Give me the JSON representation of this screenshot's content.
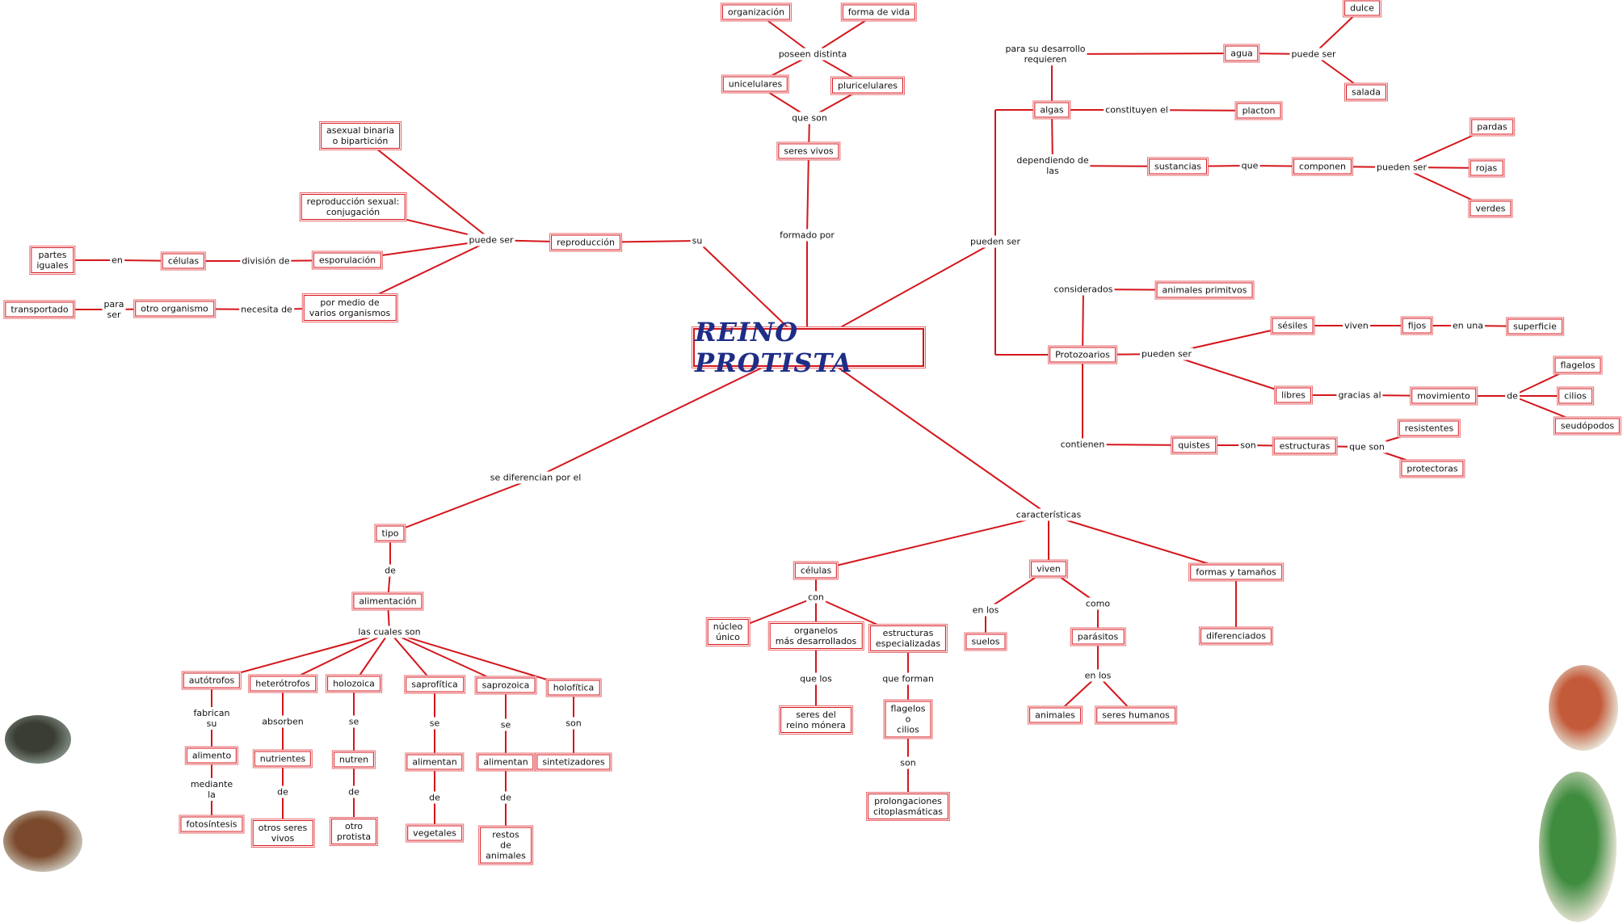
{
  "title": "REINO PROTISTA",
  "colors": {
    "line": "#d4161c",
    "title": "#1e2d86"
  },
  "nodes": [
    {
      "id": "n_org",
      "text": "organización",
      "kind": "box"
    },
    {
      "id": "n_forma",
      "text": "forma de vida",
      "kind": "box"
    },
    {
      "id": "n_poseen",
      "text": "poseen distinta",
      "kind": "label"
    },
    {
      "id": "n_uni",
      "text": "unicelulares",
      "kind": "box"
    },
    {
      "id": "n_pluri",
      "text": "pluricelulares",
      "kind": "box"
    },
    {
      "id": "n_queson",
      "text": "que son",
      "kind": "label"
    },
    {
      "id": "n_seres",
      "text": "seres vivos",
      "kind": "box"
    },
    {
      "id": "n_formado",
      "text": "formado por",
      "kind": "label"
    },
    {
      "id": "n_asexual",
      "text": "asexual binaria\no bipartición",
      "kind": "box"
    },
    {
      "id": "n_sexual",
      "text": "reproducción sexual:\nconjugación",
      "kind": "box"
    },
    {
      "id": "n_puedeser_l",
      "text": "puede ser",
      "kind": "label"
    },
    {
      "id": "n_reprod",
      "text": "reproducción",
      "kind": "box"
    },
    {
      "id": "n_su",
      "text": "su",
      "kind": "label"
    },
    {
      "id": "n_partes",
      "text": "partes\niguales",
      "kind": "box"
    },
    {
      "id": "n_en",
      "text": "en",
      "kind": "label"
    },
    {
      "id": "n_celulas_l",
      "text": "células",
      "kind": "box"
    },
    {
      "id": "n_division",
      "text": "división de",
      "kind": "label"
    },
    {
      "id": "n_espor",
      "text": "esporulación",
      "kind": "box"
    },
    {
      "id": "n_transp",
      "text": "transportado",
      "kind": "box"
    },
    {
      "id": "n_paraser",
      "text": "para\nser",
      "kind": "label"
    },
    {
      "id": "n_otro",
      "text": "otro organismo",
      "kind": "box"
    },
    {
      "id": "n_necesita",
      "text": "necesita de",
      "kind": "label"
    },
    {
      "id": "n_varios",
      "text": "por medio de\nvarios organismos",
      "kind": "box"
    },
    {
      "id": "n_parasu",
      "text": "para su desarrollo\nrequieren",
      "kind": "label"
    },
    {
      "id": "n_agua",
      "text": "agua",
      "kind": "box"
    },
    {
      "id": "n_puedeser_r",
      "text": "puede ser",
      "kind": "label"
    },
    {
      "id": "n_dulce",
      "text": "dulce",
      "kind": "box"
    },
    {
      "id": "n_salada",
      "text": "salada",
      "kind": "box"
    },
    {
      "id": "n_algas",
      "text": "algas",
      "kind": "box"
    },
    {
      "id": "n_constituyen",
      "text": "constituyen el",
      "kind": "label"
    },
    {
      "id": "n_placton",
      "text": "placton",
      "kind": "box"
    },
    {
      "id": "n_dependiendo",
      "text": "dependiendo de\nlas",
      "kind": "label"
    },
    {
      "id": "n_sustancias",
      "text": "sustancias",
      "kind": "box"
    },
    {
      "id": "n_que",
      "text": "que",
      "kind": "label"
    },
    {
      "id": "n_componen",
      "text": "componen",
      "kind": "box"
    },
    {
      "id": "n_puedenser2",
      "text": "pueden ser",
      "kind": "label"
    },
    {
      "id": "n_pardas",
      "text": "pardas",
      "kind": "box"
    },
    {
      "id": "n_rojas",
      "text": "rojas",
      "kind": "box"
    },
    {
      "id": "n_verdes",
      "text": "verdes",
      "kind": "box"
    },
    {
      "id": "n_puedenser_m",
      "text": "pueden ser",
      "kind": "label"
    },
    {
      "id": "n_considerados",
      "text": "considerados",
      "kind": "label"
    },
    {
      "id": "n_animprim",
      "text": "animales primitvos",
      "kind": "box"
    },
    {
      "id": "n_protoz",
      "text": "Protozoarios",
      "kind": "box"
    },
    {
      "id": "n_puedenser3",
      "text": "pueden ser",
      "kind": "label"
    },
    {
      "id": "n_sesiles",
      "text": "sésiles",
      "kind": "box"
    },
    {
      "id": "n_viven",
      "text": "viven",
      "kind": "label"
    },
    {
      "id": "n_fijos",
      "text": "fijos",
      "kind": "box"
    },
    {
      "id": "n_enuna",
      "text": "en una",
      "kind": "label"
    },
    {
      "id": "n_superficie",
      "text": "superficie",
      "kind": "box"
    },
    {
      "id": "n_libres",
      "text": "libres",
      "kind": "box"
    },
    {
      "id": "n_gracias",
      "text": "gracias al",
      "kind": "label"
    },
    {
      "id": "n_movimiento",
      "text": "movimiento",
      "kind": "box"
    },
    {
      "id": "n_de_mov",
      "text": "de",
      "kind": "label"
    },
    {
      "id": "n_flagelos",
      "text": "flagelos",
      "kind": "box"
    },
    {
      "id": "n_cilios",
      "text": "cilios",
      "kind": "box"
    },
    {
      "id": "n_seudopodos",
      "text": "seudópodos",
      "kind": "box"
    },
    {
      "id": "n_contienen",
      "text": "contienen",
      "kind": "label"
    },
    {
      "id": "n_quistes",
      "text": "quistes",
      "kind": "box"
    },
    {
      "id": "n_son_q",
      "text": "son",
      "kind": "label"
    },
    {
      "id": "n_estructuras",
      "text": "estructuras",
      "kind": "box"
    },
    {
      "id": "n_queson2",
      "text": "que son",
      "kind": "label"
    },
    {
      "id": "n_resistentes",
      "text": "resistentes",
      "kind": "box"
    },
    {
      "id": "n_protectoras",
      "text": "protectoras",
      "kind": "box"
    },
    {
      "id": "n_sediferencian",
      "text": "se diferencian por el",
      "kind": "label"
    },
    {
      "id": "n_tipo",
      "text": "tipo",
      "kind": "box"
    },
    {
      "id": "n_de_tipo",
      "text": "de",
      "kind": "label"
    },
    {
      "id": "n_alimentacion",
      "text": "alimentación",
      "kind": "box"
    },
    {
      "id": "n_lascuales",
      "text": "las cuales son",
      "kind": "label"
    },
    {
      "id": "n_autotrofos",
      "text": "autótrofos",
      "kind": "box"
    },
    {
      "id": "n_fabrican",
      "text": "fabrican\nsu",
      "kind": "label"
    },
    {
      "id": "n_alimento",
      "text": "alimento",
      "kind": "box"
    },
    {
      "id": "n_mediante",
      "text": "mediante\nla",
      "kind": "label"
    },
    {
      "id": "n_fotosintesis",
      "text": "fotosíntesis",
      "kind": "box"
    },
    {
      "id": "n_heterotrofos",
      "text": "heterótrofos",
      "kind": "box"
    },
    {
      "id": "n_absorben",
      "text": "absorben",
      "kind": "label"
    },
    {
      "id": "n_nutrientes",
      "text": "nutrientes",
      "kind": "box"
    },
    {
      "id": "n_de_nut",
      "text": "de",
      "kind": "label"
    },
    {
      "id": "n_otrosseres",
      "text": "otros seres\nvivos",
      "kind": "box"
    },
    {
      "id": "n_holozoica",
      "text": "holozoica",
      "kind": "box"
    },
    {
      "id": "n_se_h",
      "text": "se",
      "kind": "label"
    },
    {
      "id": "n_nutren",
      "text": "nutren",
      "kind": "box"
    },
    {
      "id": "n_de_nutren",
      "text": "de",
      "kind": "label"
    },
    {
      "id": "n_otroprotista",
      "text": "otro\nprotista",
      "kind": "box"
    },
    {
      "id": "n_saprofitica",
      "text": "saprofítica",
      "kind": "box"
    },
    {
      "id": "n_se_sf",
      "text": "se",
      "kind": "label"
    },
    {
      "id": "n_alimentan1",
      "text": "alimentan",
      "kind": "box"
    },
    {
      "id": "n_de_al1",
      "text": "de",
      "kind": "label"
    },
    {
      "id": "n_vegetales",
      "text": "vegetales",
      "kind": "box"
    },
    {
      "id": "n_saprozoica",
      "text": "saprozoica",
      "kind": "box"
    },
    {
      "id": "n_se_sz",
      "text": "se",
      "kind": "label"
    },
    {
      "id": "n_alimentan2",
      "text": "alimentan",
      "kind": "box"
    },
    {
      "id": "n_de_al2",
      "text": "de",
      "kind": "label"
    },
    {
      "id": "n_restos",
      "text": "restos\nde\nanimales",
      "kind": "box"
    },
    {
      "id": "n_holofitica",
      "text": "holofítica",
      "kind": "box"
    },
    {
      "id": "n_son_hf",
      "text": "son",
      "kind": "label"
    },
    {
      "id": "n_sintetizadores",
      "text": "sintetizadores",
      "kind": "box"
    },
    {
      "id": "n_caracteristicas",
      "text": "características",
      "kind": "label"
    },
    {
      "id": "n_celulas_c",
      "text": "células",
      "kind": "box"
    },
    {
      "id": "n_con",
      "text": "con",
      "kind": "label"
    },
    {
      "id": "n_nucleo",
      "text": "núcleo\núnico",
      "kind": "box"
    },
    {
      "id": "n_organelos",
      "text": "organelos\nmás desarrollados",
      "kind": "box"
    },
    {
      "id": "n_estrespec",
      "text": "estructuras\nespecializadas",
      "kind": "box"
    },
    {
      "id": "n_quelos",
      "text": "que los",
      "kind": "label"
    },
    {
      "id": "n_monera",
      "text": "seres del\nreino mónera",
      "kind": "box"
    },
    {
      "id": "n_queforman",
      "text": "que forman",
      "kind": "label"
    },
    {
      "id": "n_flagelosocilios",
      "text": "flagelos\no\ncilios",
      "kind": "box"
    },
    {
      "id": "n_son_fc",
      "text": "son",
      "kind": "label"
    },
    {
      "id": "n_prolong",
      "text": "prolongaciones\ncitoplasmáticas",
      "kind": "box"
    },
    {
      "id": "n_viven_c",
      "text": "viven",
      "kind": "box"
    },
    {
      "id": "n_enlos",
      "text": "en los",
      "kind": "label"
    },
    {
      "id": "n_suelos",
      "text": "suelos",
      "kind": "box"
    },
    {
      "id": "n_como",
      "text": "como",
      "kind": "label"
    },
    {
      "id": "n_parasitos",
      "text": "parásitos",
      "kind": "box"
    },
    {
      "id": "n_enlos2",
      "text": "en los",
      "kind": "label"
    },
    {
      "id": "n_animales",
      "text": "animales",
      "kind": "box"
    },
    {
      "id": "n_sereshumanos",
      "text": "seres humanos",
      "kind": "box"
    },
    {
      "id": "n_formas",
      "text": "formas y tamaños",
      "kind": "box"
    },
    {
      "id": "n_diferenciados",
      "text": "diferenciados",
      "kind": "box"
    }
  ],
  "pictures": [
    {
      "id": "pic1",
      "name": "protist-photo-diatoms-icon",
      "colors": [
        "#3a3d33",
        "#7d8a80"
      ]
    },
    {
      "id": "pic2",
      "name": "protist-photo-filament-icon",
      "colors": [
        "#7b4a2c",
        "#c7c2b4"
      ]
    },
    {
      "id": "pic3",
      "name": "protist-photo-euglena-icon",
      "colors": [
        "#c35a3a",
        "#e7e2d4"
      ]
    },
    {
      "id": "pic4",
      "name": "protist-photo-paramecium-icon",
      "colors": [
        "#3f8c3f",
        "#e7e3d4"
      ]
    }
  ]
}
